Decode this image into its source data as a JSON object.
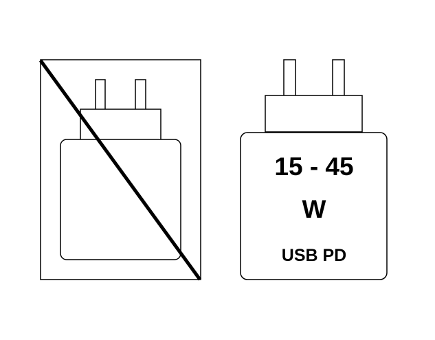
{
  "diagram": {
    "colors": {
      "stroke": "#000000",
      "background": "#ffffff"
    },
    "crossed_charger": {
      "crossed_out": true
    },
    "allowed_charger": {
      "power_range": "15 - 45",
      "power_unit": "W",
      "protocol": "USB PD"
    }
  }
}
